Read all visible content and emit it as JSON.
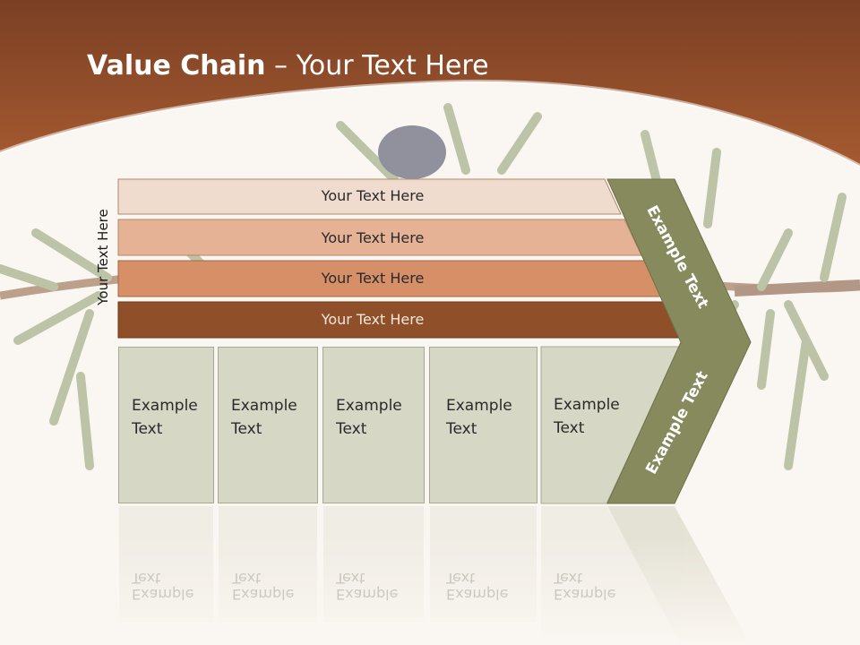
{
  "title": {
    "bold": "Value Chain",
    "rest": " – Your Text Here"
  },
  "side_label": "Your Text Here",
  "rows": [
    {
      "label": "Your Text Here",
      "color": "#f0dccf"
    },
    {
      "label": "Your Text Here",
      "color": "#e6b295"
    },
    {
      "label": "Your Text Here",
      "color": "#d68f66"
    },
    {
      "label": "Your Text Here",
      "color": "#8e4f29"
    }
  ],
  "boxes": [
    {
      "line1": "Example",
      "line2": "Text"
    },
    {
      "line1": "Example",
      "line2": "Text"
    },
    {
      "line1": "Example",
      "line2": "Text"
    },
    {
      "line1": "Example",
      "line2": "Text"
    },
    {
      "line1": "Example",
      "line2": "Text"
    }
  ],
  "chevron": {
    "upper": "Example Text",
    "lower": "Example Text",
    "color": "#868a5c"
  },
  "colors": {
    "header": "#9b5630",
    "box_fill": "#d6d7c5",
    "background": "#faf6f1"
  }
}
